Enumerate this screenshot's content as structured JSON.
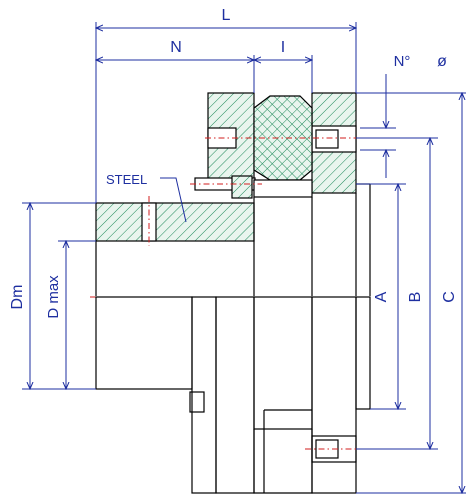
{
  "drawing": {
    "dimensions": {
      "L": "L",
      "N": "N",
      "I": "I",
      "bolt_count": "N°",
      "bolt_diameter": "ø",
      "Dm": "Dm",
      "D_max": "D max",
      "A": "A",
      "B": "B",
      "C": "C"
    },
    "material_label": "STEEL"
  },
  "colors": {
    "dimension": "#1e2fa0",
    "section_hatch": "#1e8a5a",
    "flex_element": "#1e8a5a",
    "center_line": "#d21e1e",
    "outline": "#000000"
  }
}
